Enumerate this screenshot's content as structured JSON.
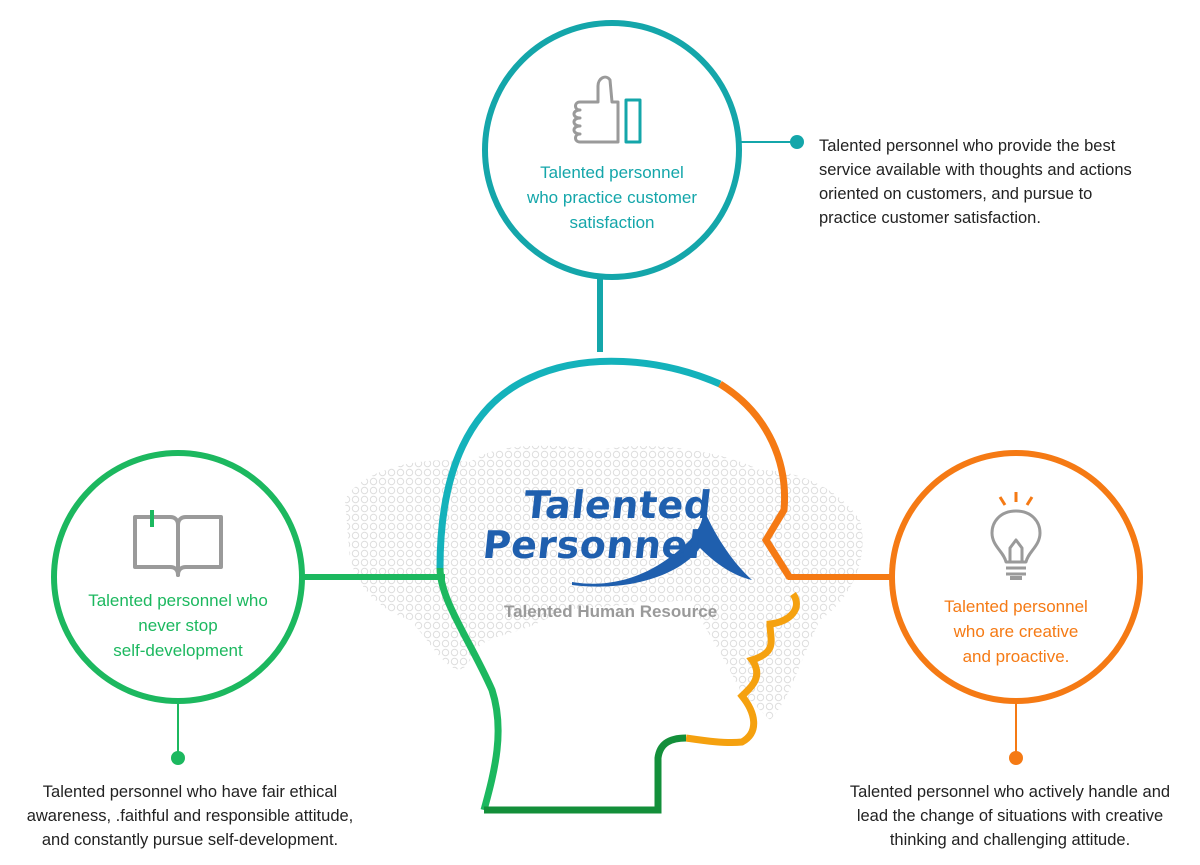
{
  "brand": {
    "title_line1": "Talented",
    "title_line2": "Personnel",
    "tagline": "Talented Human Resource"
  },
  "nodes": {
    "customer": {
      "icon": "thumbs-up-icon",
      "color": "#14a6aa",
      "lines": [
        "Talented personnel",
        "who practice customer",
        "satisfaction"
      ],
      "description": [
        "Talented personnel who provide the best",
        "service available with thoughts and actions",
        "oriented on customers, and pursue to",
        "practice customer satisfaction."
      ]
    },
    "self_development": {
      "icon": "open-book-icon",
      "color": "#1cb85f",
      "lines": [
        "Talented personnel who",
        "never stop",
        "self-development"
      ],
      "description": [
        "Talented personnel who have fair ethical",
        "awareness, .faithful and responsible attitude,",
        "and constantly pursue self-development."
      ]
    },
    "creative": {
      "icon": "lightbulb-icon",
      "color": "#f57a14",
      "lines": [
        "Talented personnel",
        "who are creative",
        "and proactive."
      ],
      "description": [
        "Talented personnel who actively handle and",
        "lead the change of situations with creative",
        "thinking and challenging attitude."
      ]
    }
  }
}
